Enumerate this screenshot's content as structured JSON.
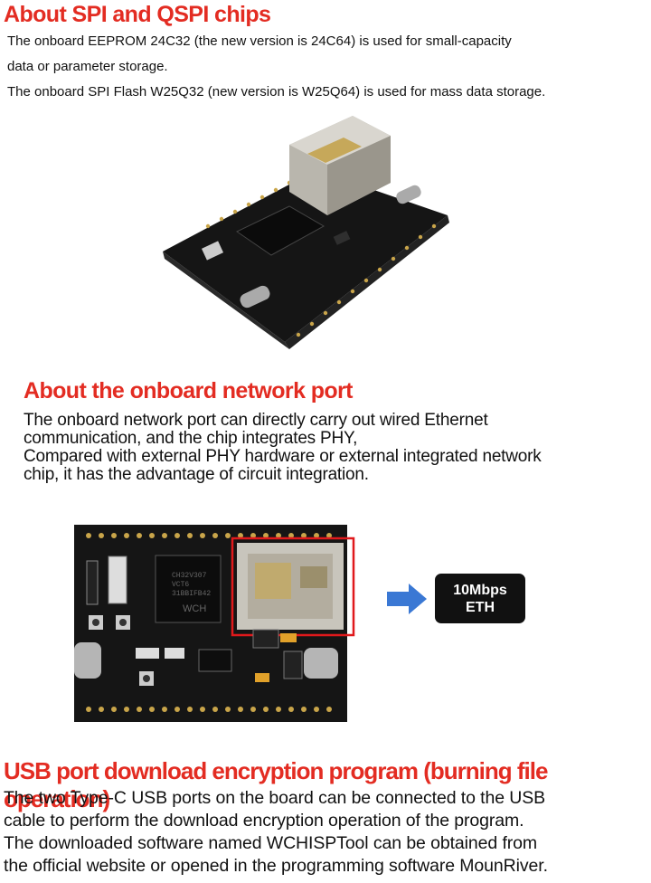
{
  "spi_section": {
    "heading": "About SPI and QSPI chips",
    "lines": [
      "The onboard EEPROM 24C32 (the new version is 24C64) is used for small-capacity",
      "data or parameter storage.",
      "The onboard SPI Flash W25Q32 (new version is W25Q64) is used for mass data storage."
    ]
  },
  "network_section": {
    "heading": "About the onboard network port",
    "lines": [
      "The onboard network port can directly carry out wired Ethernet",
      "communication, and the chip integrates PHY,",
      "Compared with external PHY hardware or external integrated network",
      "chip, it has the advantage of circuit integration."
    ],
    "badge_lines": [
      "10Mbps",
      "ETH"
    ],
    "chip_marking": [
      "CH32V307",
      "VCT6",
      "31BBIFB42",
      "WCH"
    ]
  },
  "usb_section": {
    "heading": "USB port download encryption program (burning file operation)",
    "lines": [
      "The two Type-C USB ports on the board can be connected to the USB",
      "cable to perform the download encryption operation of the program.",
      "The downloaded software named WCHISPTool can be obtained from",
      "the official website or opened in the programming software MounRiver."
    ]
  },
  "colors": {
    "heading": "#e32c22",
    "highlight_box": "#e0191c",
    "arrow": "#3a78d4",
    "pcb": "#151515"
  }
}
